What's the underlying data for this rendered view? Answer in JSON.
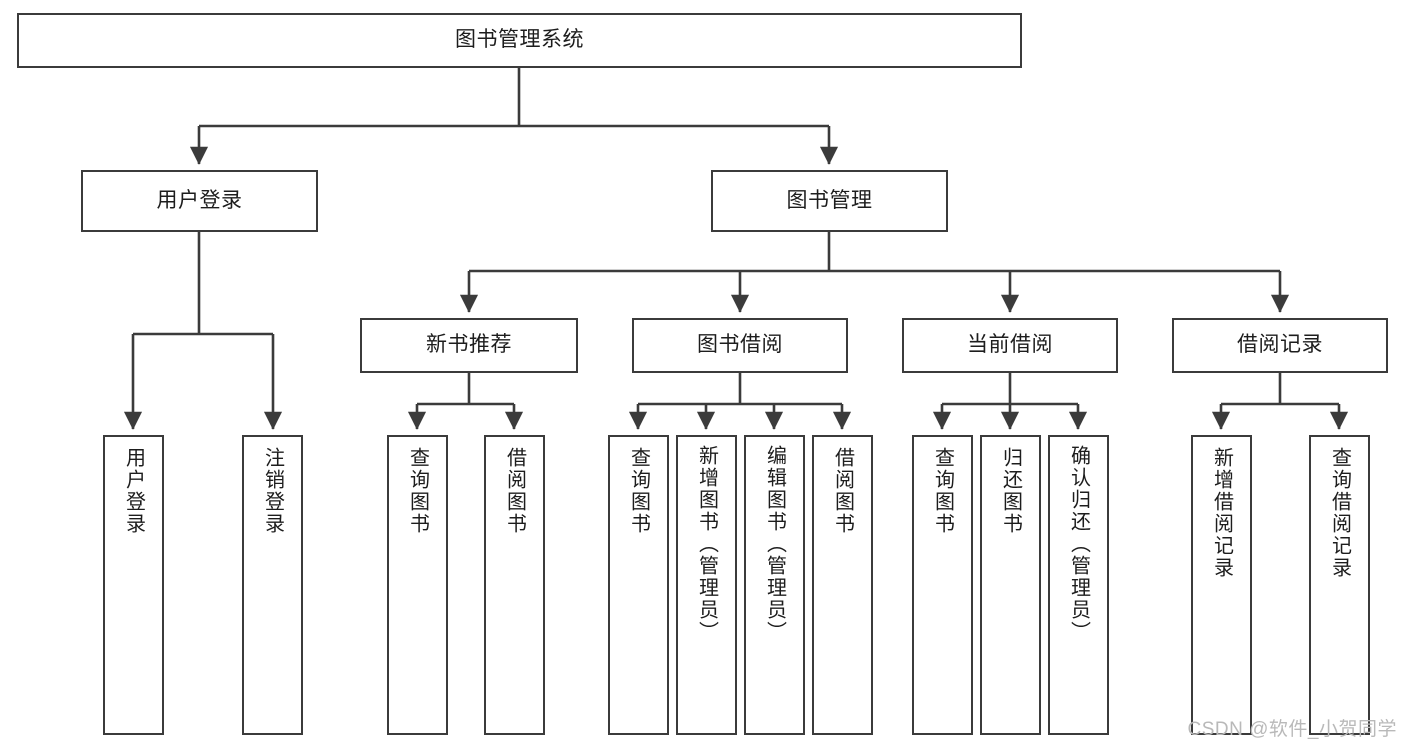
{
  "diagram": {
    "title": "图书管理系统",
    "type": "tree-hierarchy",
    "colors": {
      "box_border": "#3b3b3b",
      "box_fill": "#ffffff",
      "connector": "#3b3b3b",
      "text": "#1d1d1d",
      "watermark": "#b9b9b9",
      "background": "#ffffff"
    },
    "root": {
      "label": "图书管理系统"
    },
    "level2": [
      {
        "label": "用户登录"
      },
      {
        "label": "图书管理"
      }
    ],
    "level3": [
      {
        "label": "新书推荐"
      },
      {
        "label": "图书借阅"
      },
      {
        "label": "当前借阅"
      },
      {
        "label": "借阅记录"
      }
    ],
    "leaves": {
      "user_login": [
        {
          "label": "用户登录"
        },
        {
          "label": "注销登录"
        }
      ],
      "new_book_recommend": [
        {
          "label": "查询图书"
        },
        {
          "label": "借阅图书"
        }
      ],
      "book_borrow": [
        {
          "label": "查询图书"
        },
        {
          "label": "新增图书（管理员）"
        },
        {
          "label": "编辑图书（管理员）"
        },
        {
          "label": "借阅图书"
        }
      ],
      "current_borrow": [
        {
          "label": "查询图书"
        },
        {
          "label": "归还图书"
        },
        {
          "label": "确认归还（管理员）"
        }
      ],
      "borrow_record": [
        {
          "label": "新增借阅记录"
        },
        {
          "label": "查询借阅记录"
        }
      ]
    }
  },
  "watermark": {
    "text": "CSDN @软件_小贺同学"
  }
}
